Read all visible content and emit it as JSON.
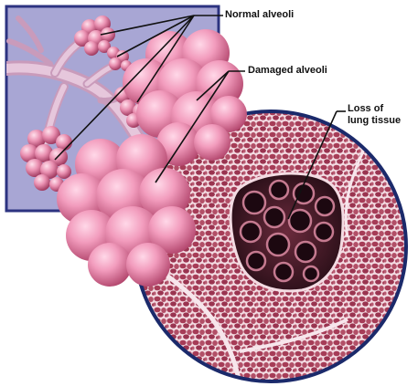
{
  "labels": {
    "normal_alveoli": "Normal alveoli",
    "damaged_alveoli": "Damaged alveoli",
    "loss_line_1": "Loss of",
    "loss_line_2": "lung tissue"
  },
  "colors": {
    "inset_background": "#a8a6d4",
    "inset_border": "#2c3380",
    "alveoli_pink": "#e98fb0",
    "alveoli_highlight": "#ffd6e6",
    "alveoli_shadow": "#b4486f",
    "tissue_base": "#b24f67",
    "tissue_cell": "#8c2a43",
    "tissue_wall": "#f3dbe2",
    "lesion_dark": "#2a0f18",
    "lesion_rim": "#c57a90",
    "leader_line": "#111111",
    "airway": "#d9b6cf"
  }
}
